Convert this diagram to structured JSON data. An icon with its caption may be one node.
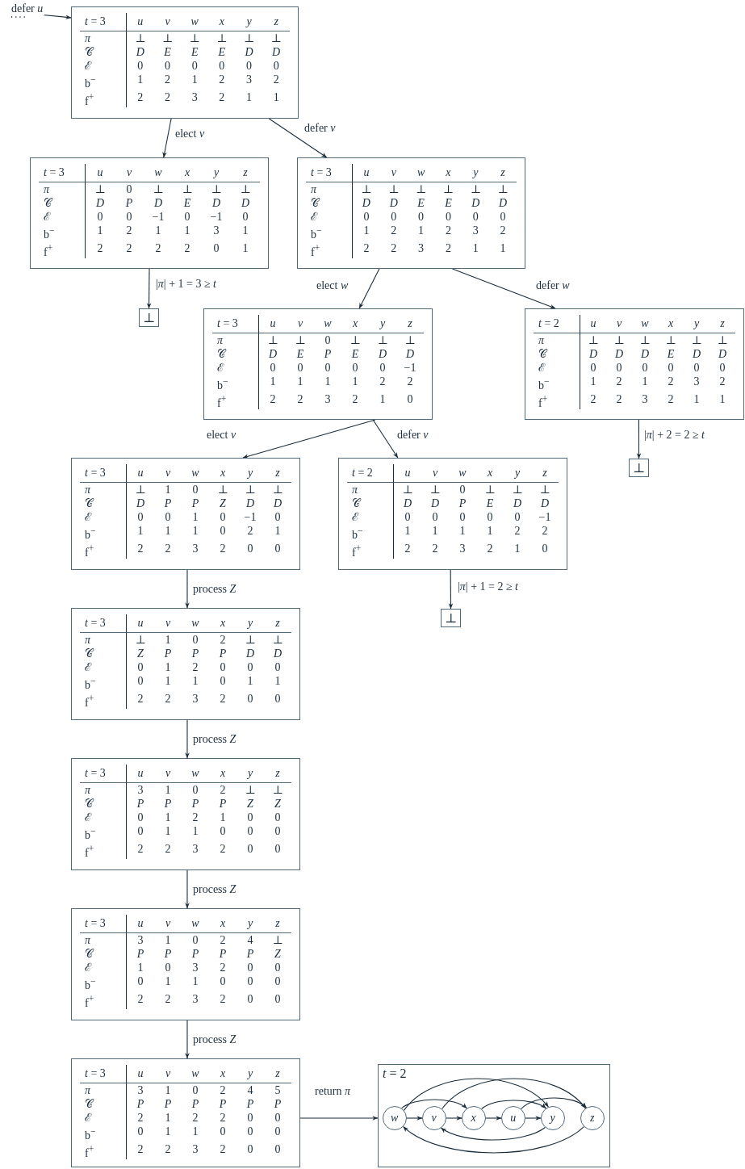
{
  "diagram": {
    "nodes": [
      {
        "text": [
          "*t* = 3",
          "u",
          "v",
          "w",
          "x",
          "y",
          "z",
          "π",
          "⊥",
          "⊥",
          "⊥",
          "⊥",
          "⊥",
          "⊥",
          "𝒞",
          "D",
          "E",
          "E",
          "E",
          "D",
          "D",
          "ℰ",
          "0",
          "0",
          "0",
          "0",
          "0",
          "0",
          "b$^{−}$",
          "1",
          "2",
          "1",
          "2",
          "3",
          "2",
          "f$^{+}$",
          "2",
          "2",
          "3",
          "2",
          "1",
          "1"
        ]
      },
      {
        "text": [
          "*t* = 3",
          "u",
          "v",
          "w",
          "x",
          "y",
          "z",
          "π",
          "⊥",
          "0",
          "⊥",
          "⊥",
          "⊥",
          "⊥",
          "𝒞",
          "D",
          "P",
          "D",
          "E",
          "D",
          "D",
          "ℰ",
          "0",
          "0",
          "−1",
          "0",
          "−1",
          "0",
          "b$^{−}$",
          "1",
          "2",
          "1",
          "1",
          "3",
          "1",
          "f$^{+}$",
          "2",
          "2",
          "2",
          "2",
          "0",
          "1"
        ]
      },
      {
        "text": [
          "*t* = 3",
          "u",
          "v",
          "w",
          "x",
          "y",
          "z",
          "π",
          "⊥",
          "⊥",
          "⊥",
          "⊥",
          "⊥",
          "⊥",
          "𝒞",
          "D",
          "D",
          "E",
          "E",
          "D",
          "D",
          "ℰ",
          "0",
          "0",
          "0",
          "0",
          "0",
          "0",
          "b$^{−}$",
          "1",
          "2",
          "1",
          "2",
          "3",
          "2",
          "f$^{+}$",
          "2",
          "2",
          "3",
          "2",
          "1",
          "1"
        ]
      },
      {
        "text": [
          "⊥"
        ]
      },
      {
        "text": [
          "*t* = 3",
          "u",
          "v",
          "w",
          "x",
          "y",
          "z",
          "π",
          "⊥",
          "⊥",
          "0",
          "⊥",
          "⊥",
          "⊥",
          "𝒞",
          "D",
          "E",
          "P",
          "E",
          "D",
          "D",
          "ℰ",
          "0",
          "0",
          "0",
          "0",
          "0",
          "−1",
          "b$^{−}$",
          "1",
          "1",
          "1",
          "1",
          "2",
          "2",
          "f$^{+}$",
          "2",
          "2",
          "3",
          "2",
          "1",
          "0"
        ]
      },
      {
        "text": [
          "*t* = 2",
          "u",
          "v",
          "w",
          "x",
          "y",
          "z",
          "π",
          "⊥",
          "⊥",
          "⊥",
          "⊥",
          "⊥",
          "⊥",
          "𝒞",
          "D",
          "D",
          "D",
          "E",
          "D",
          "D",
          "ℰ",
          "0",
          "0",
          "0",
          "0",
          "0",
          "0",
          "b$^{−}$",
          "1",
          "2",
          "1",
          "2",
          "3",
          "2",
          "f$^{+}$",
          "2",
          "2",
          "3",
          "2",
          "1",
          "1"
        ]
      },
      {
        "text": [
          "*t* = 3",
          "u",
          "v",
          "w",
          "x",
          "y",
          "z",
          "π",
          "⊥",
          "1",
          "0",
          "⊥",
          "⊥",
          "⊥",
          "𝒞",
          "D",
          "P",
          "P",
          "Z",
          "D",
          "D",
          "ℰ",
          "0",
          "0",
          "1",
          "0",
          "−1",
          "0",
          "b$^{−}$",
          "1",
          "1",
          "1",
          "0",
          "2",
          "1",
          "f$^{+}$",
          "2",
          "2",
          "3",
          "2",
          "0",
          "0"
        ]
      },
      {
        "text": [
          "*t* = 2",
          "u",
          "v",
          "w",
          "x",
          "y",
          "z",
          "π",
          "⊥",
          "⊥",
          "0",
          "⊥",
          "⊥",
          "⊥",
          "𝒞",
          "D",
          "D",
          "P",
          "E",
          "D",
          "D",
          "ℰ",
          "0",
          "0",
          "0",
          "0",
          "0",
          "−1",
          "b$^{−}$",
          "1",
          "1",
          "1",
          "1",
          "2",
          "2",
          "f$^{+}$",
          "2",
          "2",
          "3",
          "2",
          "1",
          "0"
        ]
      },
      {
        "text": [
          "⊥"
        ]
      },
      {
        "text": [
          "⊥"
        ]
      },
      {
        "text": [
          "*t* = 3",
          "u",
          "v",
          "w",
          "x",
          "y",
          "z",
          "π",
          "⊥",
          "1",
          "0",
          "2",
          "⊥",
          "⊥",
          "𝒞",
          "Z",
          "P",
          "P",
          "P",
          "D",
          "D",
          "ℰ",
          "0",
          "1",
          "2",
          "0",
          "0",
          "0",
          "b$^{−}$",
          "0",
          "1",
          "1",
          "0",
          "1",
          "1",
          "f$^{+}$",
          "2",
          "2",
          "3",
          "2",
          "0",
          "0"
        ]
      },
      {
        "text": [
          "*t* = 3",
          "u",
          "v",
          "w",
          "x",
          "y",
          "z",
          "π",
          "3",
          "1",
          "0",
          "2",
          "⊥",
          "⊥",
          "𝒞",
          "P",
          "P",
          "P",
          "P",
          "Z",
          "Z",
          "ℰ",
          "0",
          "1",
          "2",
          "1",
          "0",
          "0",
          "b$^{−}$",
          "0",
          "1",
          "1",
          "0",
          "0",
          "0",
          "f$^{+}$",
          "2",
          "2",
          "3",
          "2",
          "0",
          "0"
        ]
      },
      {
        "text": [
          "*t* = 3",
          "u",
          "v",
          "w",
          "x",
          "y",
          "z",
          "π",
          "3",
          "1",
          "0",
          "2",
          "4",
          "⊥",
          "𝒞",
          "P",
          "P",
          "P",
          "P",
          "P",
          "Z",
          "ℰ",
          "1",
          "0",
          "3",
          "2",
          "0",
          "0",
          "b$^{−}$",
          "0",
          "1",
          "1",
          "0",
          "0",
          "0",
          "f$^{+}$",
          "2",
          "2",
          "3",
          "2",
          "0",
          "0"
        ]
      },
      {
        "text": [
          "*t* = 3",
          "u",
          "v",
          "w",
          "x",
          "y",
          "z",
          "π",
          "3",
          "1",
          "0",
          "2",
          "4",
          "5",
          "𝒞",
          "P",
          "P",
          "P",
          "P",
          "P",
          "P",
          "ℰ",
          "2",
          "1",
          "2",
          "2",
          "0",
          "0",
          "b$^{−}$",
          "0",
          "1",
          "1",
          "0",
          "0",
          "0",
          "f$^{+}$",
          "2",
          "2",
          "3",
          "2",
          "0",
          "0"
        ]
      },
      {
        "text": [
          "*t* = 2"
        ]
      },
      {
        "text": [
          "w"
        ],
        "in": 14
      },
      {
        "text": [
          "v"
        ],
        "in": 14
      },
      {
        "text": [
          "x"
        ],
        "in": 14
      },
      {
        "text": [
          "u"
        ],
        "in": 14
      },
      {
        "text": [
          "y"
        ],
        "in": 14
      },
      {
        "text": [
          "z"
        ],
        "in": 14
      }
    ],
    "edges": [
      {
        "from": null,
        "to": 0,
        "arrow": "to",
        "label": "defer *u*"
      },
      {
        "from": 0,
        "to": 1,
        "arrow": "to",
        "label": "elect *v*"
      },
      {
        "from": 0,
        "to": 2,
        "arrow": "to",
        "label": "defer *v*"
      },
      {
        "from": 1,
        "to": 3,
        "arrow": "to",
        "label": "|*π*| + 1 = 3 ≥ *t*"
      },
      {
        "from": 2,
        "to": 4,
        "arrow": "to",
        "label": "elect *w*"
      },
      {
        "from": 2,
        "to": 5,
        "arrow": "to",
        "label": "defer *w*"
      },
      {
        "from": 4,
        "to": 6,
        "arrow": "to",
        "label": "elect *v*"
      },
      {
        "from": 4,
        "to": 7,
        "arrow": "to",
        "label": "defer *v*"
      },
      {
        "from": 5,
        "to": 8,
        "arrow": "to",
        "label": "|*π*| + 2 = 2 ≥ *t*"
      },
      {
        "from": 7,
        "to": 9,
        "arrow": "to",
        "label": "|*π*| + 1 = 2 ≥ *t*"
      },
      {
        "from": 6,
        "to": 10,
        "arrow": "to",
        "label": "process *Z*"
      },
      {
        "from": 10,
        "to": 11,
        "arrow": "to",
        "label": "process *Z*"
      },
      {
        "from": 11,
        "to": 12,
        "arrow": "to",
        "label": "process *Z*"
      },
      {
        "from": 12,
        "to": 13,
        "arrow": "to",
        "label": "process *Z*"
      },
      {
        "from": 13,
        "to": 14,
        "arrow": "to",
        "label": "return *π*"
      },
      {
        "from": 15,
        "to": 16,
        "arrow": "to"
      },
      {
        "from": 16,
        "to": 17,
        "arrow": "to"
      },
      {
        "from": 17,
        "to": 18,
        "arrow": "to"
      },
      {
        "from": 18,
        "to": 19,
        "arrow": "to"
      },
      {
        "from": 15,
        "to": 17,
        "arrow": "to"
      },
      {
        "from": 15,
        "to": 19,
        "arrow": "to"
      },
      {
        "from": 16,
        "to": 20,
        "arrow": "to"
      },
      {
        "from": 17,
        "to": 19,
        "arrow": "to"
      },
      {
        "from": 18,
        "to": 20,
        "arrow": "to"
      },
      {
        "from": 19,
        "to": 16,
        "arrow": "to"
      },
      {
        "from": 20,
        "to": 15,
        "arrow": "to"
      }
    ]
  }
}
